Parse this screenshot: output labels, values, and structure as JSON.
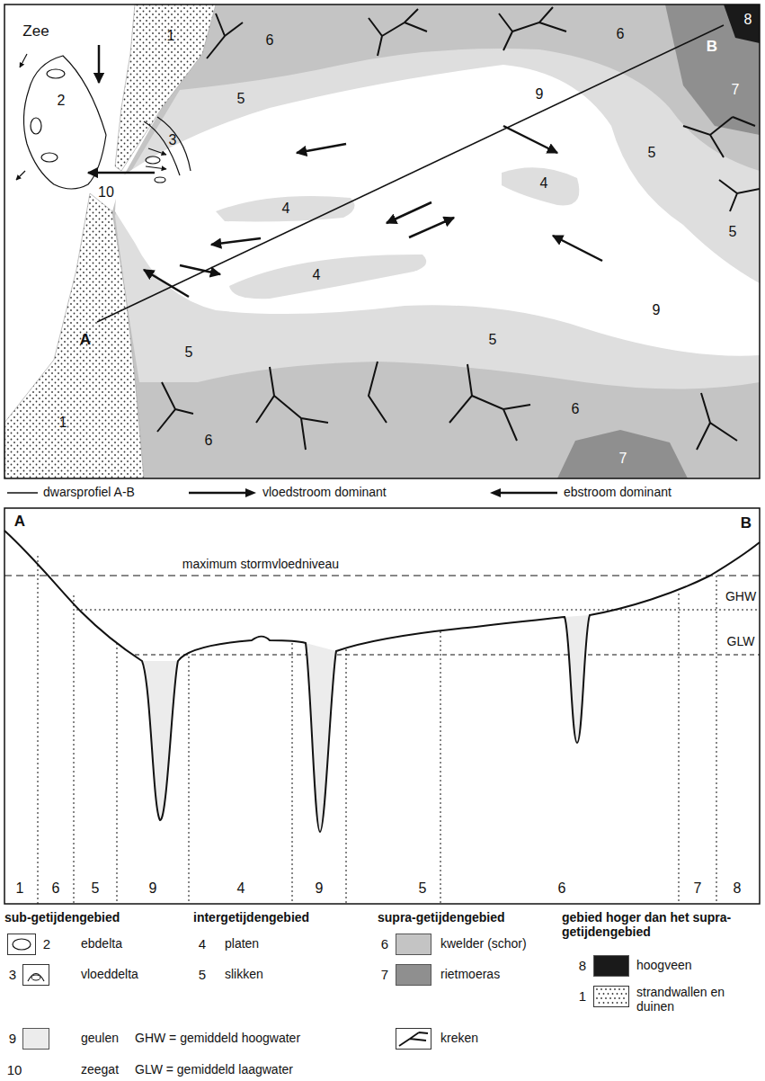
{
  "diagram": {
    "labels": [
      "Zee",
      "1",
      "1",
      "2",
      "3",
      "10",
      "4",
      "4",
      "4",
      "5",
      "5",
      "5",
      "5",
      "5",
      "6",
      "6",
      "6",
      "6",
      "7",
      "7",
      "8",
      "9",
      "9",
      "A",
      "B",
      "A",
      "B",
      "maximum stormvloedniveau",
      "GHW",
      "GLW",
      "1",
      "6",
      "5",
      "9",
      "4",
      "9",
      "5",
      "6",
      "7",
      "8",
      "sub-getijdengebied",
      "intergetijdengebied",
      "supra-getijdengebied",
      "gebied hoger dan het supra-getijdengebied",
      "2",
      "3",
      "9",
      "10",
      "zeegat",
      "4",
      "platen",
      "5",
      "slikken",
      "GHW = gemiddeld hoogwater",
      "GLW = gemiddeld laagwater",
      "6",
      "7",
      "8",
      "1"
    ],
    "legend": [
      {
        "text": "dwarsprofiel A-B"
      },
      {
        "text": "vloedstroom dominant"
      },
      {
        "text": "ebstroom dominant"
      },
      {
        "text": "ebdelta"
      },
      {
        "text": "vloeddelta"
      },
      {
        "text": "geulen",
        "color": "#ececec"
      },
      {
        "text": "kwelder (schor)",
        "color": "#c4c4c4"
      },
      {
        "text": "rietmoeras",
        "color": "#8f8f8f"
      },
      {
        "text": "kreken"
      },
      {
        "text": "hoogveen",
        "color": "#1a1a1a"
      },
      {
        "text": "strandwallen en duinen"
      }
    ]
  }
}
